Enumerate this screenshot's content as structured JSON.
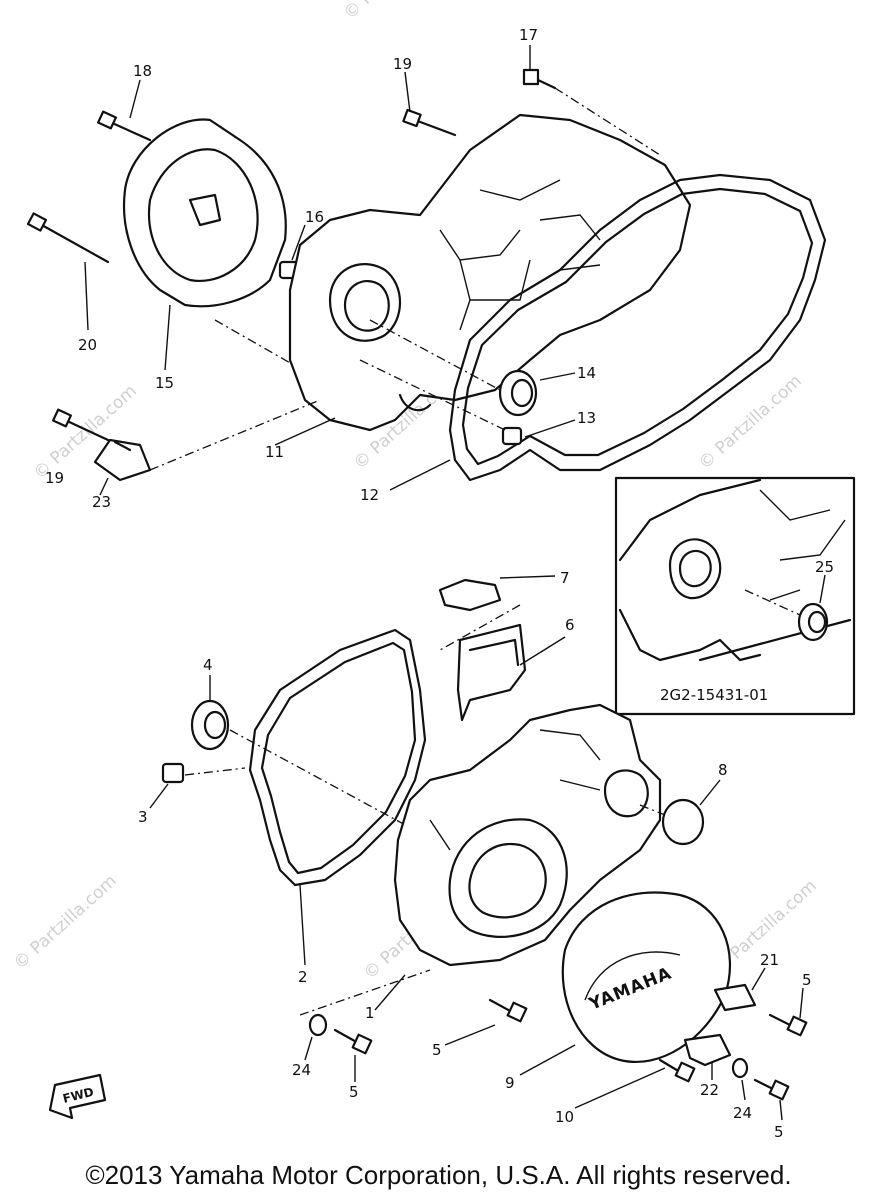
{
  "watermarks": [
    "© Partzilla.com",
    "© Partzilla.com",
    "© Partzilla.com",
    "© Partzilla.com",
    "© Partzilla.com",
    "© Partzilla.com",
    "© Partzilla.com"
  ],
  "inset": {
    "part_code": "2G2-15431-01"
  },
  "fwd_label": "FWD",
  "brand_on_cover": "YAMAHA",
  "callouts": {
    "c18": "18",
    "c19a": "19",
    "c17": "17",
    "c16": "16",
    "c20": "20",
    "c15": "15",
    "c14": "14",
    "c13": "13",
    "c11": "11",
    "c19b": "19",
    "c23": "23",
    "c12": "12",
    "c7": "7",
    "c6": "6",
    "c25": "25",
    "c4": "4",
    "c3": "3",
    "c8": "8",
    "c2": "2",
    "c1": "1",
    "c21": "21",
    "c5a": "5",
    "c5b": "5",
    "c5c": "5",
    "c5d": "5",
    "c24a": "24",
    "c24b": "24",
    "c9": "9",
    "c10": "10",
    "c22": "22"
  },
  "copyright": "©2013 Yamaha Motor Corporation, U.S.A. All rights reserved."
}
